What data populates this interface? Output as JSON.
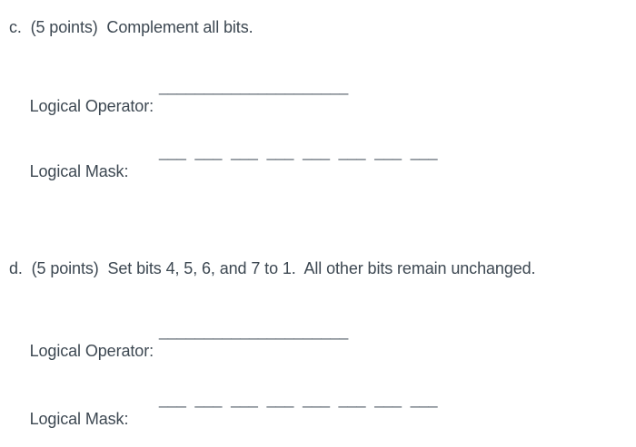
{
  "page": {
    "background": "#ffffff",
    "text_color": "#3d4852",
    "blank_color": "#5a646e"
  },
  "questions": [
    {
      "id": "c",
      "prompt": "c.  (5 points)  Complement all bits.",
      "operator_label": "Logical Operator:",
      "operator_blank": "_____________________",
      "mask_label": "Logical Mask:",
      "mask_blank": "___  ___  ___  ___  ___  ___  ___  ___"
    },
    {
      "id": "d",
      "prompt": "d.  (5 points)  Set bits 4, 5, 6, and 7 to 1.  All other bits remain unchanged.",
      "operator_label": "Logical Operator:",
      "operator_blank": "_____________________",
      "mask_label": "Logical Mask:",
      "mask_blank": "___  ___  ___  ___  ___  ___  ___  ___"
    }
  ]
}
